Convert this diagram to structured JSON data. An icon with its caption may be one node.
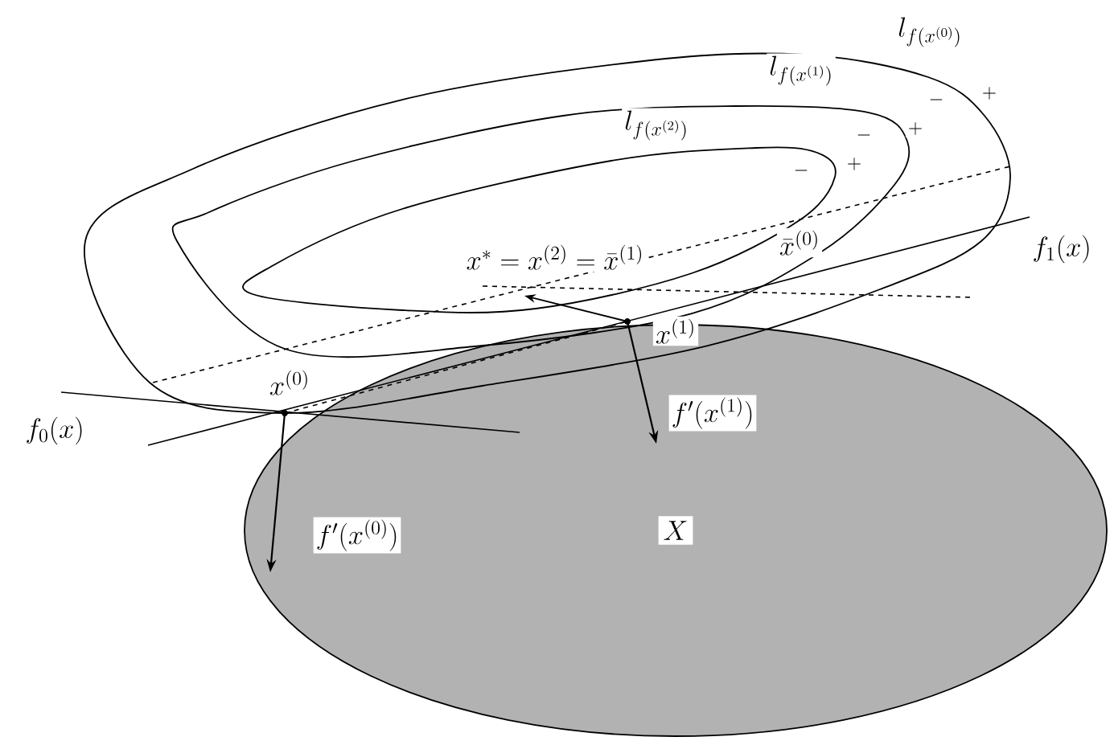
{
  "diagram": {
    "nodes": [
      {
        "text": [
          "X"
        ]
      }
    ],
    "labels": [
      "l_{f(x^{(0)})}",
      "l_{f(x^{(1)})}",
      "-",
      "+",
      "l_{f(x^{(2)})}",
      "-",
      "+",
      "-",
      "+",
      "x^{*}= x^{(2)}= \\bar{x}^{(1)}",
      "\\bar{x}^{(0)}",
      "f_{1}(x)",
      "x^{(1)}",
      "x^{(0)}",
      "f_{0}(x)",
      "f'(x^{(1)})",
      "f'(x^{(0)})"
    ]
  }
}
